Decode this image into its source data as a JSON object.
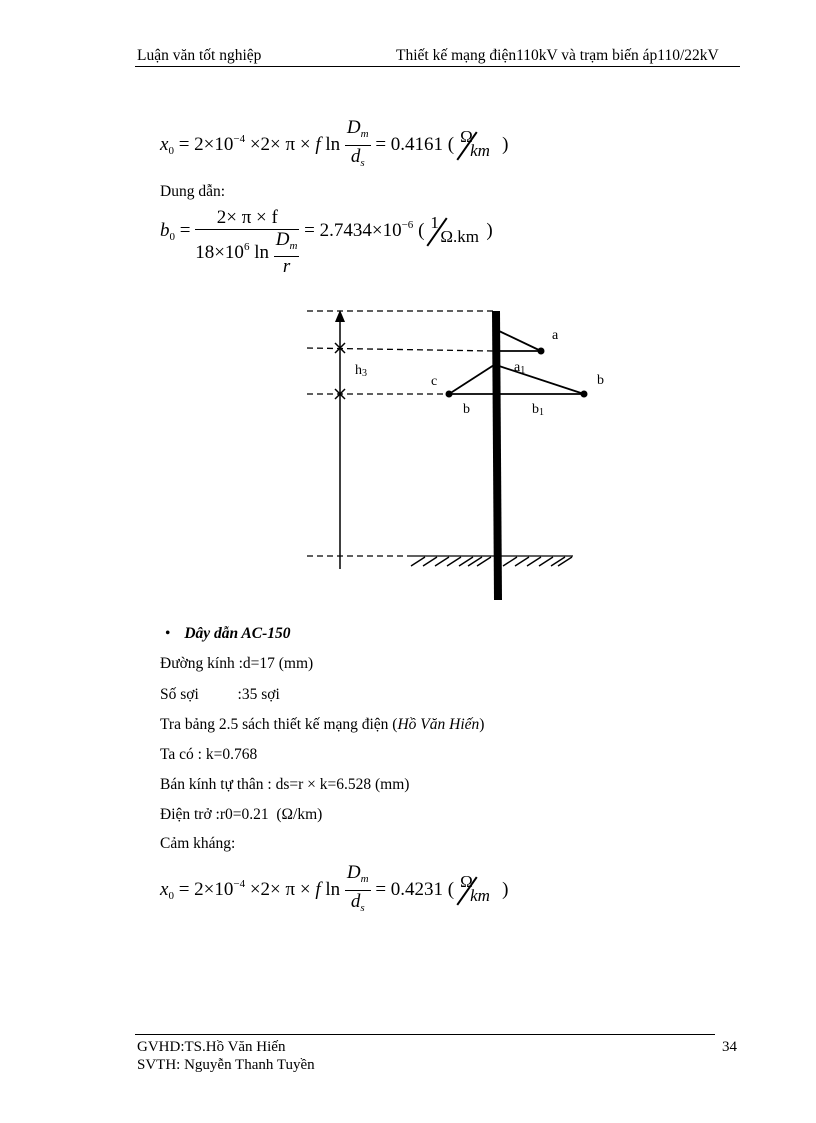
{
  "header": {
    "left": "Luận văn tốt nghiệp",
    "right": "Thiết kế mạng điện110kV và trạm biến áp110/22kV"
  },
  "formula1": {
    "lhs": "x",
    "lhs_sub": "0",
    "expr_a": " = 2×10",
    "exp_a": "−4",
    "expr_b": " ×2× π × ",
    "f": "f",
    "ln": " ln",
    "num": "D",
    "num_sub": "m",
    "den": "d",
    "den_sub": "s",
    "result": " = 0.4161 (",
    "unit_top": "Ω",
    "unit_bot": "km",
    "close": ")"
  },
  "label_capacitance": "Dung dẫn:",
  "formula2": {
    "lhs": "b",
    "lhs_sub": "0",
    "eq": " = ",
    "num": "2× π × f",
    "den_a": "18×10",
    "den_exp": "6",
    "den_ln": " ln",
    "den_frac_num": "D",
    "den_frac_num_sub": "m",
    "den_frac_den": "r",
    "result": " = 2.7434×10",
    "result_exp": "−6",
    "open": " (",
    "unit_top": "1",
    "unit_bot": "Ω.km",
    "close": ")"
  },
  "diagram": {
    "labels": {
      "a": "a",
      "a1": "a",
      "a1_sub": "1",
      "b_right": "b",
      "c": "c",
      "b_below": "b",
      "b1": "b",
      "b1_sub": "1",
      "h3": "h",
      "h3_sub": "3"
    }
  },
  "section": {
    "bullet": "•",
    "title": "Dây dẫn AC-150",
    "lines": [
      "Đường kính :d=17 (mm)",
      "Số sợi          :35 sợi",
      "Ta có : k=0.768",
      "Bán kính tự thân : ds=r × k=6.528 (mm)",
      "Điện trở :r0=0.21  (Ω/km)",
      "Cảm kháng:"
    ],
    "ref_prefix": "Tra bảng 2.5 sách thiết kế mạng điện (",
    "ref_author": "Hồ Văn Hiến",
    "ref_suffix": ")"
  },
  "formula3": {
    "lhs": "x",
    "lhs_sub": "0",
    "expr_a": " = 2×10",
    "exp_a": "−4",
    "expr_b": " ×2× π × ",
    "f": "f",
    "ln": " ln",
    "num": "D",
    "num_sub": "m",
    "den": "d",
    "den_sub": "s",
    "result": " = 0.4231 (",
    "unit_top": "Ω",
    "unit_bot": "km",
    "close": ")"
  },
  "footer": {
    "advisor": "GVHD:TS.Hồ Văn Hiến",
    "student": "SVTH: Nguyễn Thanh Tuyền",
    "page_number": "34"
  }
}
